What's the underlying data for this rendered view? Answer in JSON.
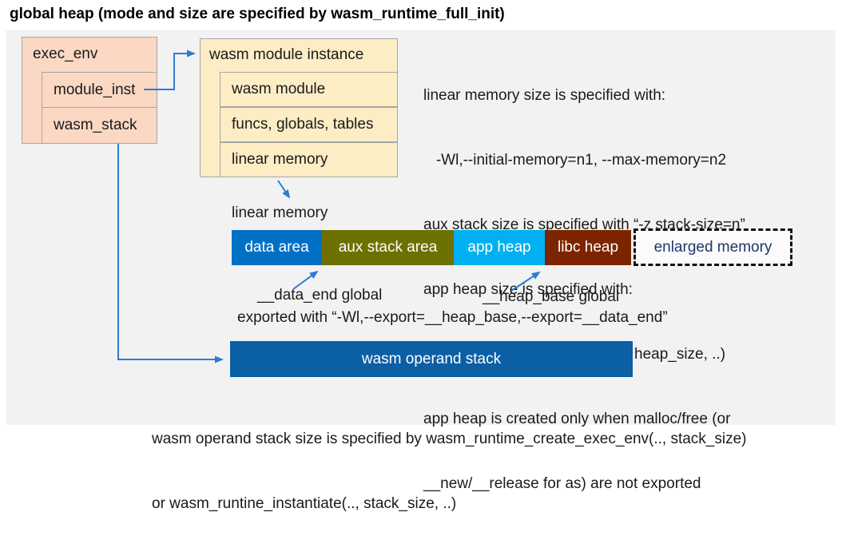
{
  "title": "global heap (mode and size are specified by wasm_runtime_full_init)",
  "exec_env_box": {
    "header": "exec_env",
    "rows": [
      "module_inst",
      "wasm_stack"
    ]
  },
  "instance_box": {
    "header": "wasm module instance",
    "rows": [
      "wasm module",
      "funcs, globals, tables",
      "linear memory"
    ]
  },
  "info_lines": [
    "linear memory size is specified with:",
    "   -Wl,--initial-memory=n1, --max-memory=n2",
    "aux stack size is specified with “-z stack-size=n”",
    "app heap size is specified with:",
    "   wasm_runtime_instantiate(.., heap_size, ..)",
    "app heap is created only when malloc/free (or",
    "__new/__release for as) are not exported"
  ],
  "linear_memory": {
    "label": "linear memory",
    "segments": [
      {
        "label": "data area",
        "color": "#0070c5"
      },
      {
        "label": "aux stack area",
        "color": "#6e7000"
      },
      {
        "label": "app heap",
        "color": "#00b0f0"
      },
      {
        "label": "libc heap",
        "color": "#7c2400"
      }
    ],
    "enlarged": {
      "label": "enlarged memory"
    }
  },
  "annotations": {
    "data_end": "__data_end global",
    "heap_base": "__heap_base global",
    "exported": "exported with “-Wl,--export=__heap_base,--export=__data_end”"
  },
  "operand_stack": {
    "label": "wasm operand stack"
  },
  "footer_lines": [
    "wasm operand stack size is specified by wasm_runtime_create_exec_env(.., stack_size)",
    "or wasm_runtine_instantiate(.., stack_size, ..)"
  ],
  "colors": {
    "arrow": "#2e7bd2",
    "panel_bg": "#f2f2f2",
    "box_salmon": "#fbd8c4",
    "box_cream": "#fcedc5",
    "data_area": "#0070c5",
    "aux_stack": "#6e7000",
    "app_heap": "#00b0f0",
    "libc_heap": "#7c2400",
    "operand_stack": "#0b5fa5",
    "enlarged_text": "#1f3868"
  }
}
